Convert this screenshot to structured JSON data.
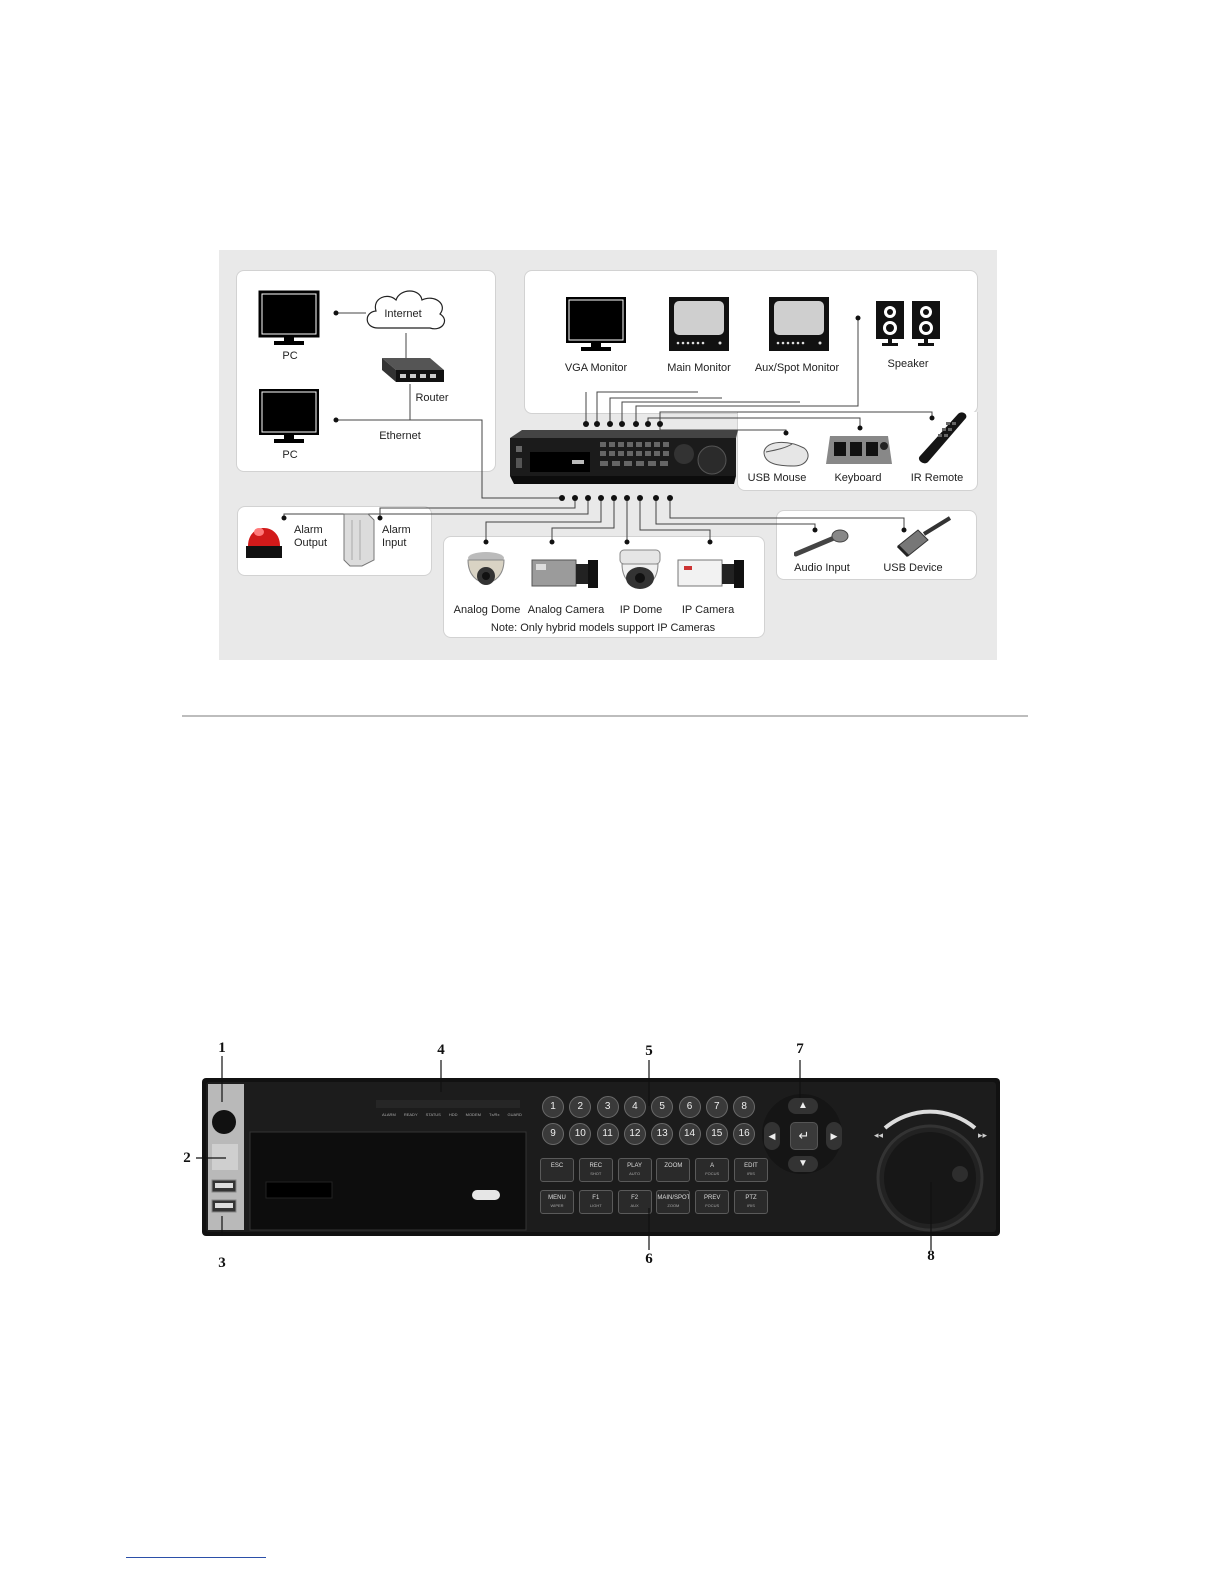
{
  "connection_diagram": {
    "labels": {
      "pc_top": "PC",
      "internet": "Internet",
      "router": "Router",
      "pc_bottom": "PC",
      "ethernet": "Ethernet",
      "vga_monitor": "VGA Monitor",
      "main_monitor": "Main Monitor",
      "aux_monitor": "Aux/Spot Monitor",
      "speaker": "Speaker",
      "usb_mouse": "USB Mouse",
      "keyboard": "Keyboard",
      "ir_remote": "IR Remote",
      "alarm_output": "Alarm\nOutput",
      "alarm_input": "Alarm\nInput",
      "analog_dome": "Analog Dome",
      "analog_camera": "Analog Camera",
      "ip_dome": "IP Dome",
      "ip_camera": "IP Camera",
      "note": "Note: Only hybrid models support IP Cameras",
      "audio_input": "Audio Input",
      "usb_device": "USB Device"
    },
    "colors": {
      "background": "#e9e9e9",
      "panel": "#ffffff",
      "line": "#444444",
      "alarm_light": "#d11a1a"
    }
  },
  "front_panel": {
    "callouts": [
      "1",
      "2",
      "3",
      "4",
      "5",
      "6",
      "7",
      "8"
    ],
    "indicator_labels": [
      "ALARM",
      "READY",
      "STATUS",
      "HDD",
      "MODEM",
      "Tx/Rx",
      "GUARD"
    ],
    "number_keys": [
      "1",
      "2",
      "3",
      "4",
      "5",
      "6",
      "7",
      "8",
      "9",
      "10",
      "11",
      "12",
      "13",
      "14",
      "15",
      "16"
    ],
    "function_keys_row1": [
      {
        "main": "ESC",
        "sub": ""
      },
      {
        "main": "REC",
        "sub": "SHOT"
      },
      {
        "main": "PLAY",
        "sub": "AUTO"
      },
      {
        "main": "ZOOM",
        "sub": ""
      },
      {
        "main": "A",
        "sub": "FOCUS"
      },
      {
        "main": "EDIT",
        "sub": "IRIS"
      }
    ],
    "function_keys_row2": [
      {
        "main": "MENU",
        "sub": "WIPER"
      },
      {
        "main": "F1",
        "sub": "LIGHT"
      },
      {
        "main": "F2",
        "sub": "AUX"
      },
      {
        "main": "MAIN/SPOT",
        "sub": "ZOOM"
      },
      {
        "main": "PREV",
        "sub": "FOCUS"
      },
      {
        "main": "PTZ",
        "sub": "IRIS"
      }
    ],
    "colors": {
      "body": "#1c1c1c",
      "key": "#2a2a2a",
      "key_text": "#dddddd"
    }
  }
}
